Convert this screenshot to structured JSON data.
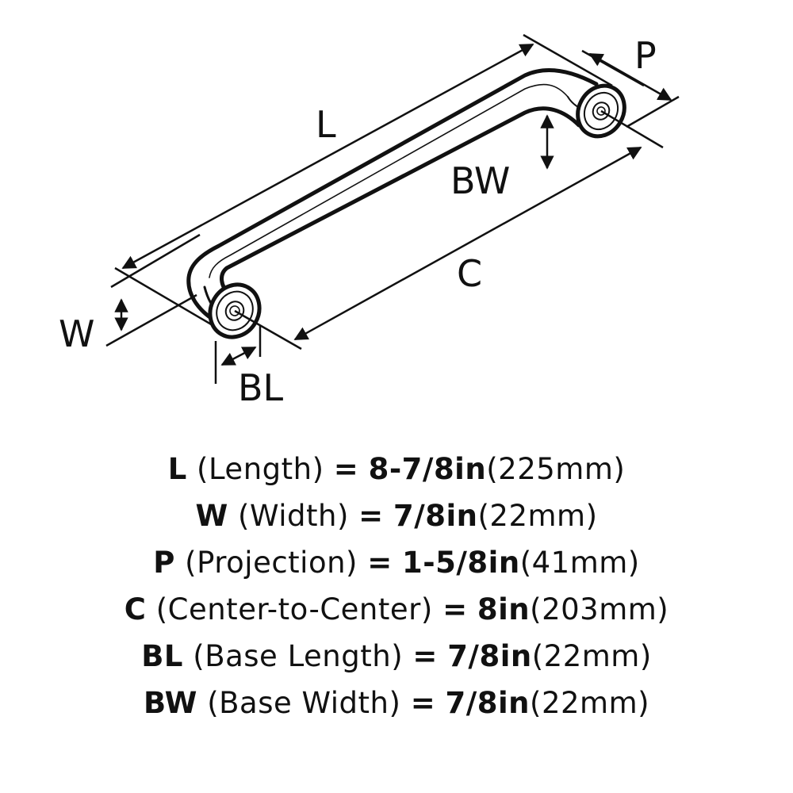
{
  "diagram": {
    "labels": {
      "L": "L",
      "P": "P",
      "BW": "BW",
      "C": "C",
      "W": "W",
      "BL": "BL"
    }
  },
  "specs": [
    {
      "code": "L",
      "desc": "(Length)",
      "eq": "=",
      "imperial": "8-7/8in",
      "metric": "(225mm)"
    },
    {
      "code": "W",
      "desc": "(Width)",
      "eq": "=",
      "imperial": "7/8in",
      "metric": "(22mm)"
    },
    {
      "code": "P",
      "desc": "(Projection)",
      "eq": "=",
      "imperial": "1-5/8in",
      "metric": "(41mm)"
    },
    {
      "code": "C",
      "desc": "(Center-to-Center)",
      "eq": "=",
      "imperial": "8in",
      "metric": "(203mm)"
    },
    {
      "code": "BL",
      "desc": "(Base Length)",
      "eq": "=",
      "imperial": "7/8in",
      "metric": "(22mm)"
    },
    {
      "code": "BW",
      "desc": "(Base Width)",
      "eq": "=",
      "imperial": "7/8in",
      "metric": "(22mm)"
    }
  ]
}
